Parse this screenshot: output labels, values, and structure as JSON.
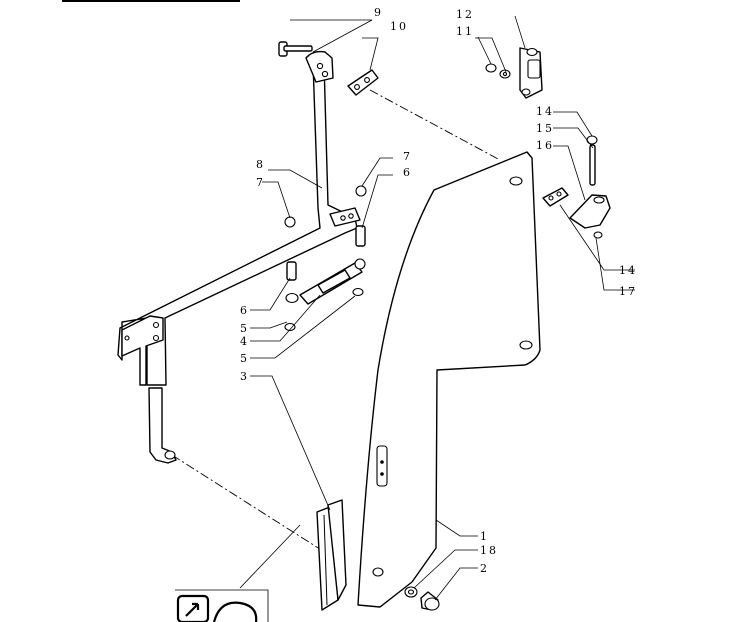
{
  "callouts": [
    {
      "id": "c9",
      "text": "9"
    },
    {
      "id": "c10",
      "text": "10"
    },
    {
      "id": "c12",
      "text": "12"
    },
    {
      "id": "c11",
      "text": "11"
    },
    {
      "id": "c14a",
      "text": "14"
    },
    {
      "id": "c15",
      "text": "15"
    },
    {
      "id": "c16",
      "text": "16"
    },
    {
      "id": "c8",
      "text": "8"
    },
    {
      "id": "c7a",
      "text": "7"
    },
    {
      "id": "c7b",
      "text": "7"
    },
    {
      "id": "c6a",
      "text": "6"
    },
    {
      "id": "c6b",
      "text": "6"
    },
    {
      "id": "c5a",
      "text": "5"
    },
    {
      "id": "c4",
      "text": "4"
    },
    {
      "id": "c5b",
      "text": "5"
    },
    {
      "id": "c3",
      "text": "3"
    },
    {
      "id": "c14b",
      "text": "14"
    },
    {
      "id": "c17",
      "text": "17"
    },
    {
      "id": "c1",
      "text": "1"
    },
    {
      "id": "c18",
      "text": "18"
    },
    {
      "id": "c2",
      "text": "2"
    }
  ]
}
